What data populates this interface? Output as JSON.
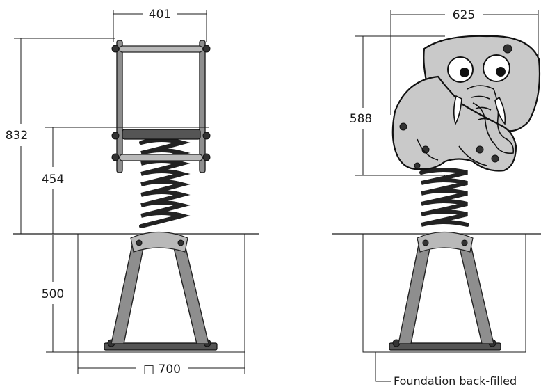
{
  "dimensions": {
    "front_width": "401",
    "total_height": "832",
    "seat_height": "454",
    "foundation_depth": "500",
    "foundation_size": "□ 700",
    "side_width": "625",
    "panel_height": "588"
  },
  "notes": {
    "foundation": "Foundation back-filled"
  },
  "colors": {
    "steel": "#8e8e8e",
    "elephant_body": "#c9c9c9",
    "outline": "#111111"
  }
}
